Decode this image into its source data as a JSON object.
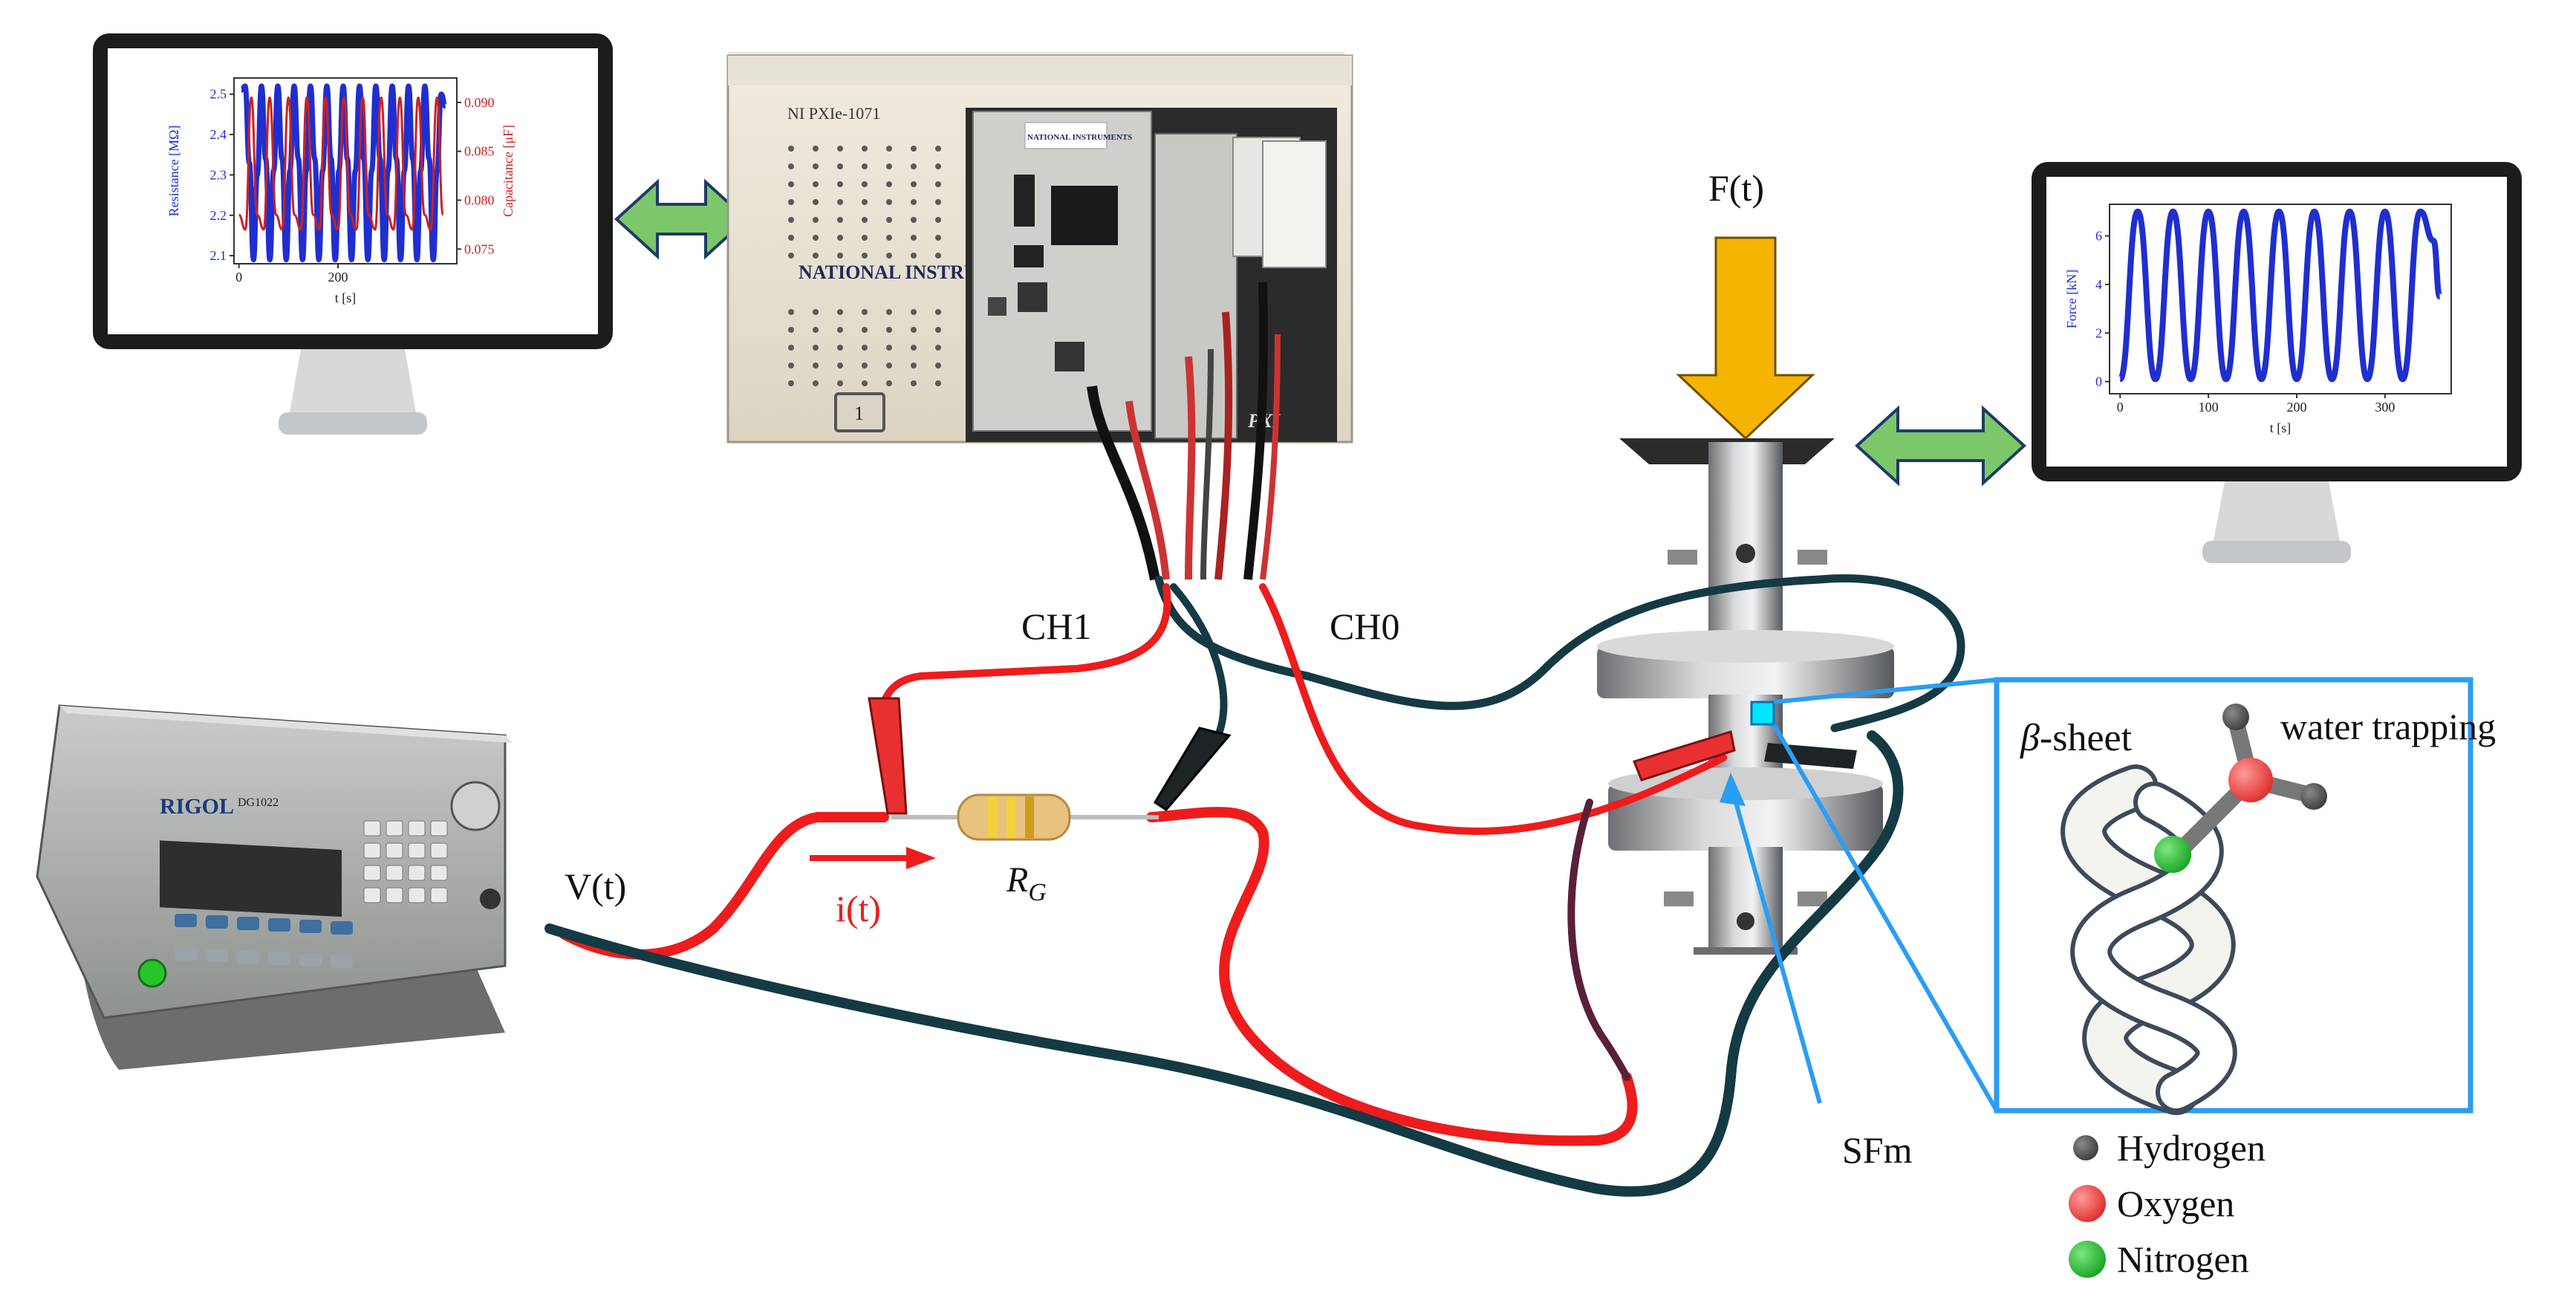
{
  "labels": {
    "force": "F(t)",
    "ch1": "CH1",
    "ch0": "CH0",
    "voltage": "V(t)",
    "current": "i(t)",
    "resistor_main": "R",
    "resistor_sub": "G",
    "sample": "SFm",
    "beta_symbol": "β",
    "beta_text": "-sheet",
    "water": "water trapping"
  },
  "legend": {
    "hydrogen": "Hydrogen",
    "oxygen": "Oxygen",
    "nitrogen": "Nitrogen"
  },
  "instruments": {
    "daq_model": "NI PXIe-1071",
    "daq_brand": "NATIONAL INSTRUMENTS",
    "daq_series": "PXI",
    "daq_brand_small": "NATIONAL INSTRUMENTS",
    "daq_slot": "1",
    "gen_brand": "RIGOL",
    "gen_model": "DG1022"
  },
  "colors": {
    "red_wire": "#ee1c1c",
    "dark_wire": "#143a44",
    "force_arrow": "#f5b400",
    "double_arrow": "#7cc76a",
    "zoom_box": "#2a9df4",
    "hydrogen": "#555555",
    "oxygen": "#f04747",
    "nitrogen": "#2fbf3a",
    "series_blue": "#1f2fcf",
    "series_red": "#cc2222"
  },
  "chart_data": [
    {
      "type": "line",
      "xlabel": "t [s]",
      "ylabel": "Resistance [MΩ]",
      "y2label": "Capacitance [μF]",
      "xticks": [
        "0",
        "200"
      ],
      "yticks": [
        "2.5",
        "2.4",
        "2.3",
        "2.2",
        "2.1"
      ],
      "y2ticks": [
        "0.090",
        "0.085",
        "0.080",
        "0.075"
      ],
      "xlim": [
        -10,
        440
      ],
      "ylim": [
        2.08,
        2.54
      ],
      "y2lim": [
        0.0735,
        0.0925
      ],
      "series": [
        {
          "axis": "left",
          "x": [
            5,
            12.5,
            21,
            29.5,
            37,
            45.5,
            54,
            62.5,
            70,
            78.5,
            87,
            95.5,
            103,
            111.5,
            120,
            128.5,
            136,
            144.5,
            153,
            161.5,
            169,
            177.5,
            186,
            194.5,
            202,
            210.5,
            219,
            227.5,
            235,
            243.5,
            252,
            260.5,
            268,
            276.5,
            285,
            293.5,
            301,
            309.5,
            318,
            326.5,
            334,
            342.5,
            351,
            359.5,
            367,
            375.5,
            384,
            392.5,
            400,
            408.5,
            417
          ],
          "y": [
            2.51,
            2.52,
            2.33,
            2.09,
            2.3,
            2.52,
            2.34,
            2.09,
            2.31,
            2.52,
            2.34,
            2.09,
            2.31,
            2.52,
            2.34,
            2.09,
            2.31,
            2.52,
            2.34,
            2.09,
            2.31,
            2.52,
            2.34,
            2.09,
            2.31,
            2.52,
            2.34,
            2.09,
            2.31,
            2.52,
            2.34,
            2.09,
            2.31,
            2.52,
            2.34,
            2.09,
            2.31,
            2.52,
            2.34,
            2.09,
            2.31,
            2.52,
            2.34,
            2.09,
            2.31,
            2.52,
            2.34,
            2.09,
            2.31,
            2.5,
            2.47
          ]
        },
        {
          "axis": "right",
          "x": [
            0,
            13,
            25,
            37,
            50,
            62,
            75,
            87,
            100,
            112,
            125,
            137,
            150,
            162,
            175,
            187,
            200,
            212,
            225,
            237,
            250,
            262,
            275,
            287,
            300,
            312,
            325,
            337,
            350,
            362,
            375,
            387,
            400,
            412
          ],
          "y": [
            0.0785,
            0.077,
            0.0905,
            0.0785,
            0.077,
            0.0905,
            0.0785,
            0.077,
            0.0905,
            0.0785,
            0.077,
            0.0905,
            0.0785,
            0.077,
            0.0905,
            0.0785,
            0.077,
            0.0905,
            0.0785,
            0.077,
            0.0905,
            0.0785,
            0.077,
            0.0905,
            0.0785,
            0.077,
            0.0905,
            0.0785,
            0.077,
            0.0905,
            0.0785,
            0.077,
            0.0905,
            0.0785
          ]
        }
      ]
    },
    {
      "type": "line",
      "xlabel": "t [s]",
      "ylabel": "Force [kN]",
      "xticks": [
        "0",
        "100",
        "200",
        "300"
      ],
      "yticks": [
        "6",
        "4",
        "2",
        "0"
      ],
      "xlim": [
        -12,
        375
      ],
      "ylim": [
        -0.5,
        7.3
      ],
      "series": [
        {
          "x": [
            0,
            20,
            40,
            60,
            80,
            100,
            120,
            140,
            160,
            180,
            200,
            220,
            240,
            260,
            280,
            300,
            320,
            340,
            355,
            362
          ],
          "y": [
            0.1,
            7.0,
            0.1,
            7.0,
            0.1,
            7.0,
            0.1,
            7.0,
            0.1,
            7.0,
            0.1,
            7.0,
            0.1,
            7.0,
            0.1,
            7.0,
            0.1,
            7.0,
            5.8,
            3.5
          ]
        }
      ]
    }
  ]
}
